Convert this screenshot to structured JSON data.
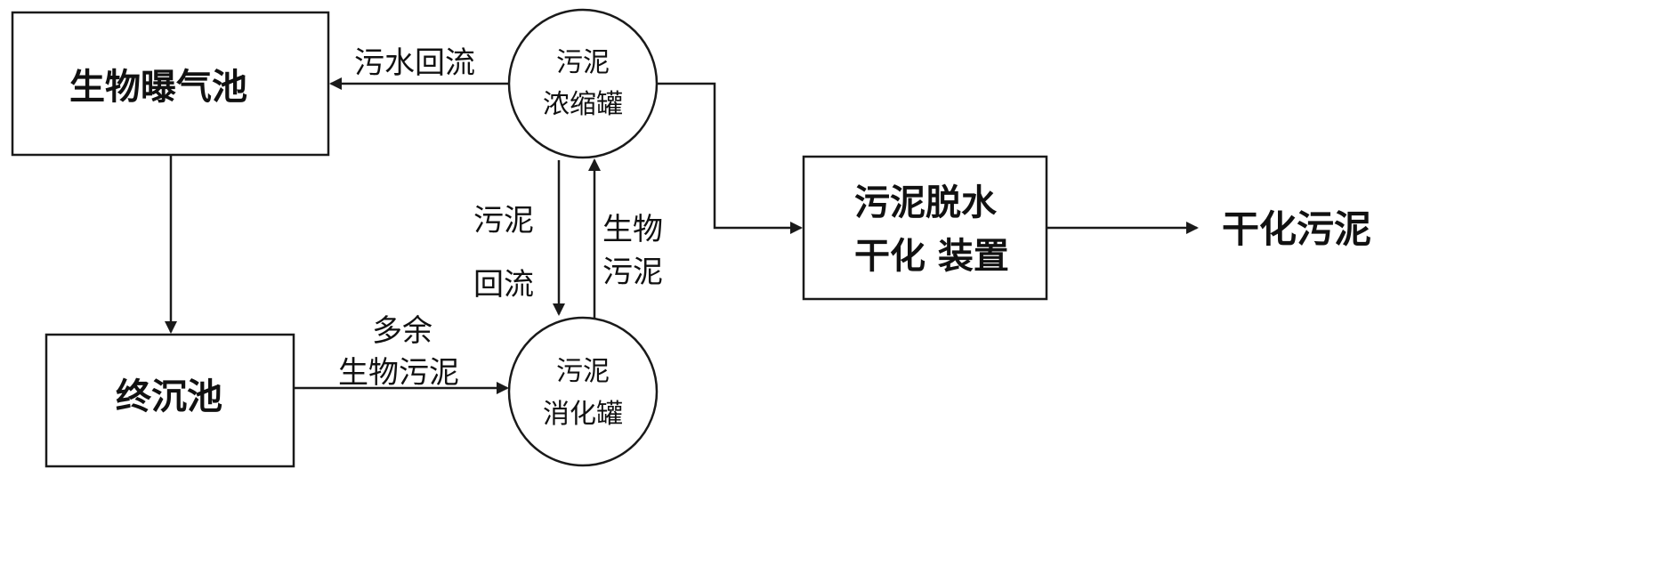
{
  "nodes": {
    "aeration_tank": "生物曝气池",
    "final_clarifier": "终沉池",
    "thickener": [
      "污泥",
      "浓缩罐"
    ],
    "digester": [
      "污泥",
      "消化罐"
    ],
    "dewatering": [
      "污泥脱水",
      "干化 装置"
    ],
    "output": "干化污泥"
  },
  "edges": {
    "water_return": "污水回流",
    "sludge_return": [
      "污泥",
      "回流"
    ],
    "bio_sludge": [
      "生物",
      "污泥"
    ],
    "excess_sludge": [
      "多余",
      "生物污泥"
    ]
  },
  "colors": {
    "stroke": "#1a1a1a",
    "text": "#111111",
    "background": "#ffffff"
  }
}
